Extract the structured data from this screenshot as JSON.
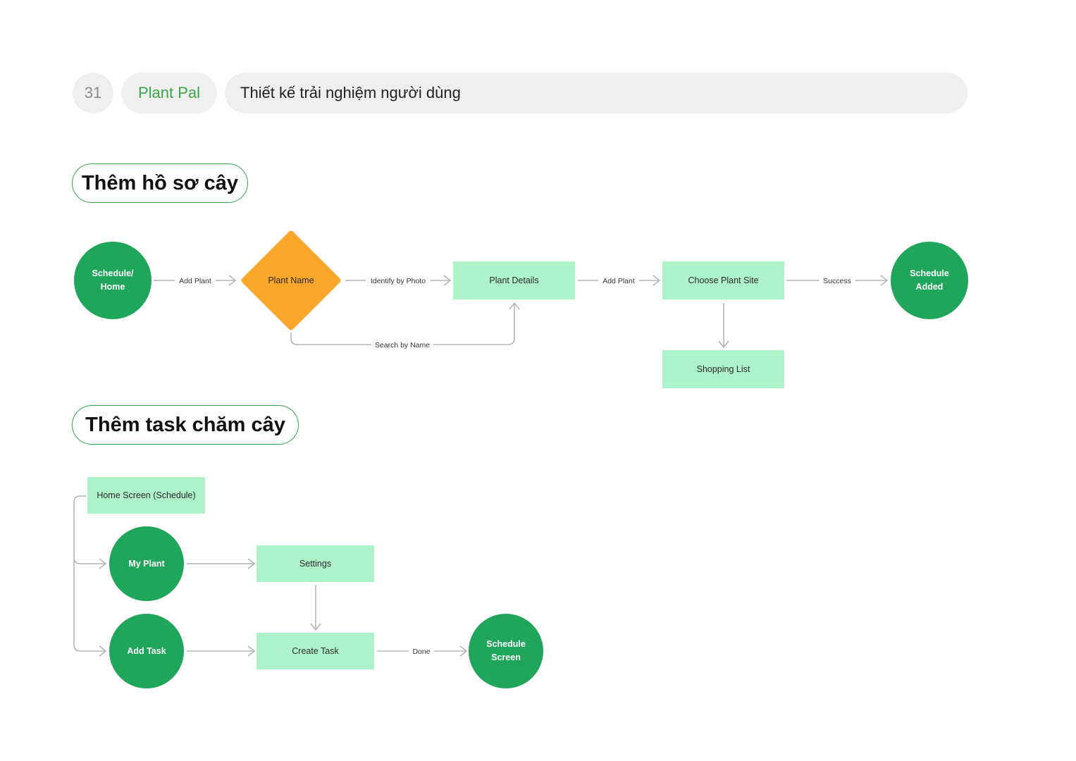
{
  "header": {
    "page_number": "31",
    "brand": "Plant Pal",
    "title": "Thiết kế trải nghiệm người dùng"
  },
  "section1": {
    "title": "Thêm hồ sơ cây",
    "nodes": {
      "start": "Schedule/\nHome",
      "plant_name": "Plant Name",
      "plant_details": "Plant Details",
      "choose_site": "Choose Plant Site",
      "shopping_list": "Shopping List",
      "schedule_added": "Schedule\nAdded"
    },
    "edges": {
      "add_plant_1": "Add Plant",
      "identify_photo": "Identify by Photo",
      "search_name": "Search by Name",
      "add_plant_2": "Add Plant",
      "success": "Success"
    }
  },
  "section2": {
    "title": "Thêm task chăm cây",
    "nodes": {
      "home_screen": "Home Screen (Schedule)",
      "my_plant": "My Plant",
      "settings": "Settings",
      "add_task": "Add Task",
      "create_task": "Create Task",
      "schedule_screen": "Schedule\nScreen"
    },
    "edges": {
      "done": "Done"
    }
  },
  "colors": {
    "circle_green": "#1fa65a",
    "rect_mint": "#adf2c8",
    "decision_orange": "#f9a62b",
    "connector_grey": "#b5b5b5",
    "brand_green": "#3aa54a"
  }
}
